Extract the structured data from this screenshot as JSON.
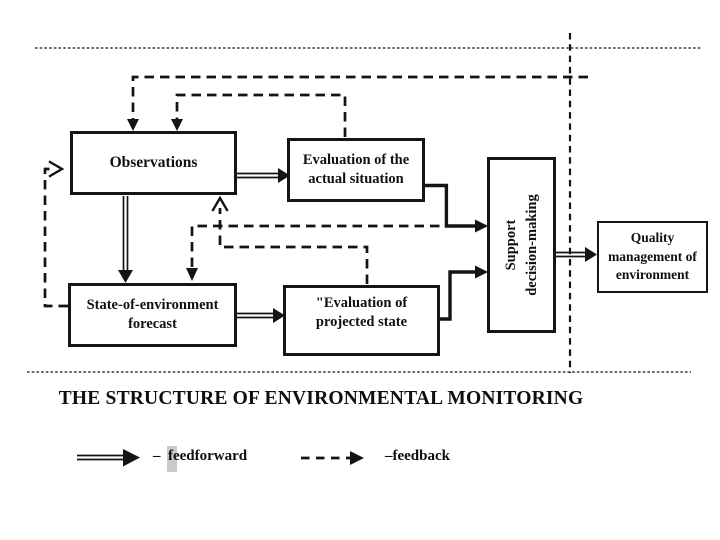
{
  "slide": {
    "title": "THE STRUCTURE OF ENVIRONMENTAL MONITORING",
    "boxes": {
      "observations": "Observations",
      "evaluation_actual": "Evaluation of the\nactual situation",
      "forecast": "State-of-environment\nforecast",
      "evaluation_projected": "\"Evaluation of\nprojected state",
      "support": "Support\ndecision-making",
      "quality": "Quality\nmanagement of\nenvironment"
    },
    "legend": {
      "feedforward": "–  feedforward",
      "feedback": "–feedback"
    },
    "colors": {
      "line": "#141414",
      "background": "#ffffff",
      "highlight": "#c9c9c9"
    }
  }
}
